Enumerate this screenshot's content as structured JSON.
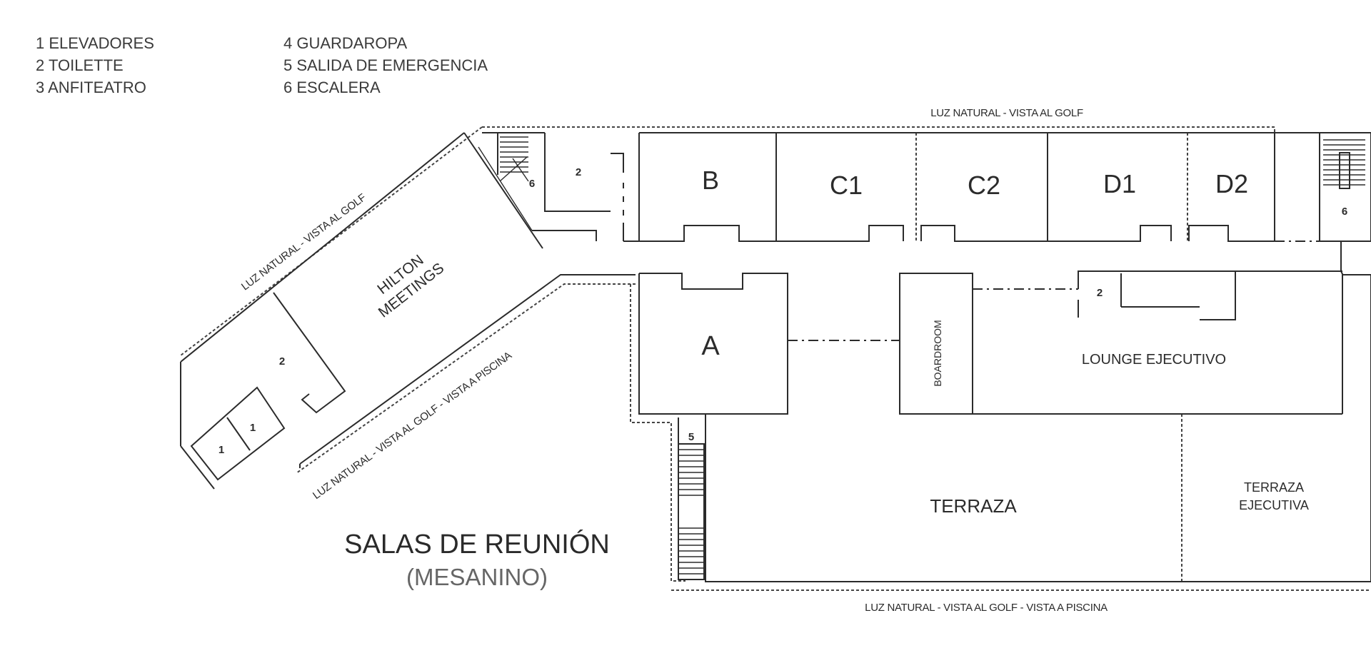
{
  "legend": [
    "1 ELEVADORES",
    "2 TOILETTE",
    "3 ANFITEATRO",
    "4 GUARDAROPA",
    "5 SALIDA DE EMERGENCIA",
    "6 ESCALERA"
  ],
  "rooms": {
    "b": "B",
    "c1": "C1",
    "c2": "C2",
    "d1": "D1",
    "d2": "D2",
    "a": "A",
    "boardroom": "BOARDROOM",
    "lounge": "LOUNGE EJECUTIVO",
    "terraza": "TERRAZA",
    "terraza_ejecutiva_1": "TERRAZA",
    "terraza_ejecutiva_2": "EJECUTIVA",
    "hilton_1": "HILTON",
    "hilton_2": "MEETINGS"
  },
  "notes": {
    "top": "LUZ NATURAL - VISTA AL GOLF",
    "diagonal_upper": "LUZ NATURAL - VISTA AL GOLF",
    "diagonal_lower": "LUZ NATURAL - VISTA AL GOLF - VISTA A PISCINA",
    "bottom": "LUZ NATURAL - VISTA AL GOLF - VISTA A PISCINA"
  },
  "markers": {
    "toilette": "2",
    "elevator": "1",
    "emergency_exit": "5",
    "stairs": "6"
  },
  "title": {
    "main": "SALAS DE REUNIÓN",
    "sub": "(MESANINO)"
  }
}
